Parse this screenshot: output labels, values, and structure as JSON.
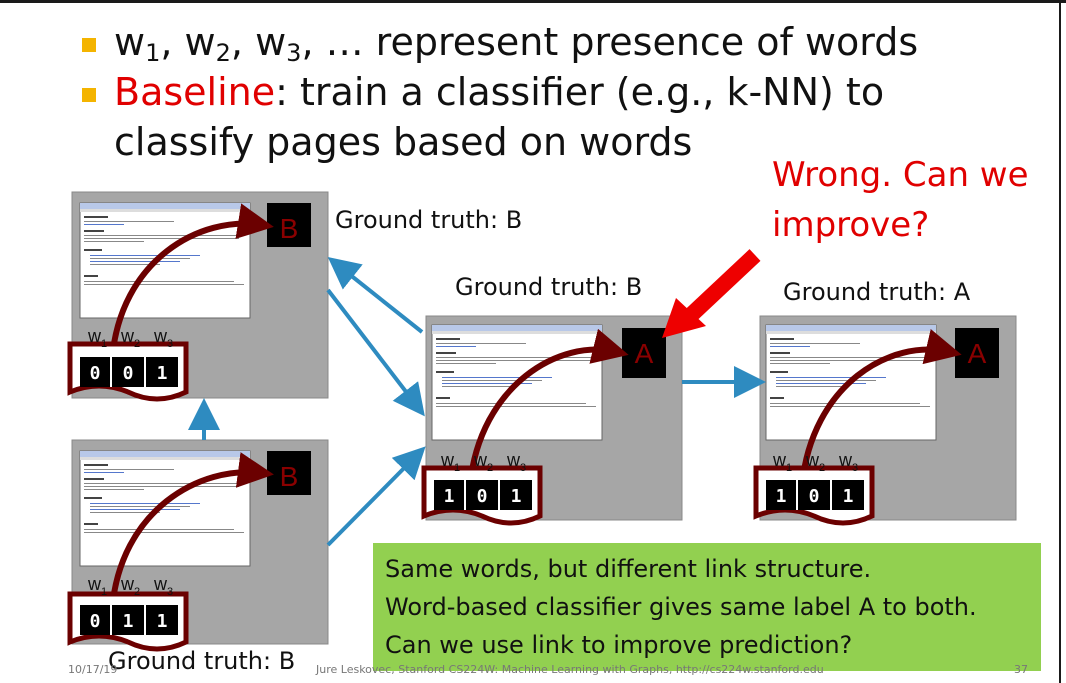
{
  "bullets": {
    "line1_pre": "w",
    "sub1": "1",
    "sep1": ", w",
    "sub2": "2",
    "sep2": ", w",
    "sub3": "3",
    "line1_post": ", … represent presence of words",
    "baseline": "Baseline",
    "line2_rest": ": train a classifier (e.g., k-NN) to",
    "line3": "classify pages based on words"
  },
  "callout": {
    "line1": "Wrong. Can we",
    "line2": "improve?"
  },
  "pages": [
    {
      "id": "top-left",
      "label": "B",
      "ground_truth": "Ground truth: B",
      "bits": [
        "0",
        "0",
        "1"
      ]
    },
    {
      "id": "bottom-left",
      "label": "B",
      "ground_truth": "Ground truth: B",
      "bits": [
        "0",
        "1",
        "1"
      ]
    },
    {
      "id": "middle",
      "label": "A",
      "ground_truth": "Ground truth: B",
      "bits": [
        "1",
        "0",
        "1"
      ]
    },
    {
      "id": "right",
      "label": "A",
      "ground_truth": "Ground truth: A",
      "bits": [
        "1",
        "0",
        "1"
      ]
    }
  ],
  "word_labels": {
    "w": "w",
    "s1": "1",
    "s2": "2",
    "s3": "3"
  },
  "green_box": {
    "line1": "Same words, but different link structure.",
    "line2": "Word-based classifier gives same label A to both.",
    "line3": "Can we use link to improve prediction?"
  },
  "footer": {
    "date": "10/17/19",
    "credit": "Jure Leskovec, Stanford CS224W: Machine Learning with Graphs, http://cs224w.stanford.edu",
    "page": "37"
  },
  "colors": {
    "bullet": "#f4b400",
    "red": "#e00000",
    "edge_arrow": "#2e8bc0",
    "curve_arrow": "#6b0000",
    "green": "#92d050",
    "panel": "#a6a6a6"
  }
}
